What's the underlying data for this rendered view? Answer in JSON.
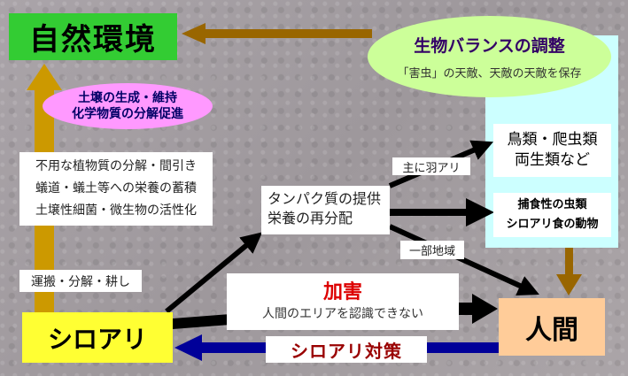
{
  "nature": {
    "label": "自然環境"
  },
  "balance": {
    "title": "生物バランスの調整",
    "subtitle": "「害虫」の天敵、天敵の天敵を保存"
  },
  "soil": {
    "line1": "土壌の生成・維持",
    "line2": "化学物質の分解促進"
  },
  "effects": {
    "lines": [
      "不用な植物質の分解・間引き",
      "蟻道・蟻土等への栄養の蓄積",
      "土壌性細菌・微生物の活性化"
    ]
  },
  "transport": {
    "label": "運搬・分解・耕し"
  },
  "termite": {
    "label": "シロアリ"
  },
  "protein": {
    "line1": "タンパク質の提供",
    "line2": "栄養の再分配"
  },
  "winged_label": "主に羽アリ",
  "region_label": "一部地域",
  "birds": {
    "line1": "鳥類・爬虫類",
    "line2": "両生類など"
  },
  "predators": {
    "line1": "捕食性の虫類",
    "line2": "シロアリ食の動物"
  },
  "damage": {
    "title": "加害",
    "subtitle": "人間のエリアを認識できない"
  },
  "human": {
    "label": "人間"
  },
  "countermeasure": {
    "label": "シロアリ対策"
  },
  "colors": {
    "nature": "#33cc33",
    "termite": "#ffff33",
    "human": "#ffcc99",
    "panel": "#ccffff",
    "ellipse": "#ccff99",
    "pink": "#ff99ff",
    "gold": "#cc9900",
    "brown": "#996600",
    "blue": "#000099",
    "red": "#dd0000"
  }
}
